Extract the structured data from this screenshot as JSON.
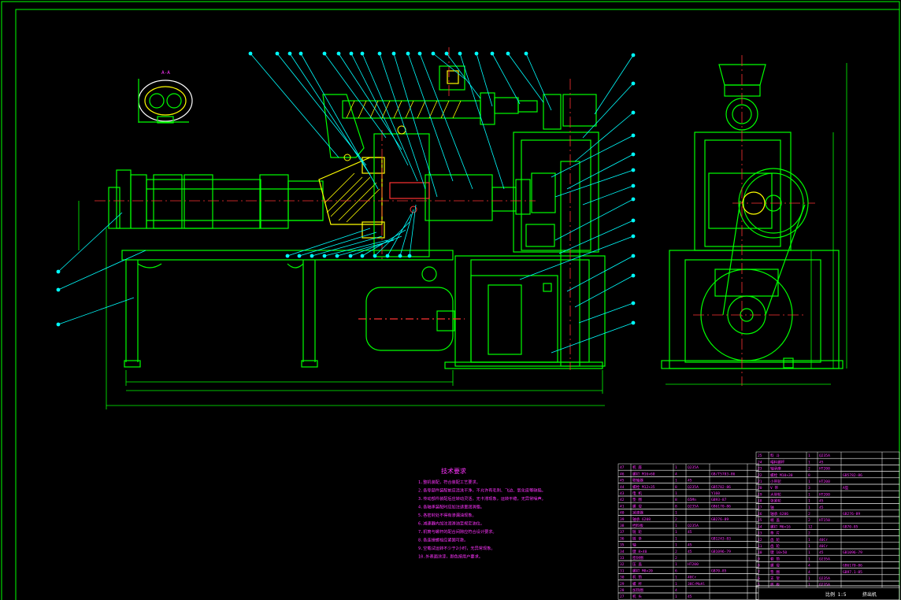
{
  "drawing": {
    "background": "#000000",
    "colors": {
      "outline": "#00ff00",
      "leader": "#00ffff",
      "center": "#ff3333",
      "text": "#ff33ff",
      "section": "#ffff00",
      "hatch": "#ffff00",
      "white": "#ffffff"
    }
  },
  "tech_requirements": {
    "title": "技术要求",
    "lines": [
      "1.整机装配，符合装配工艺要求。",
      "2.各零部件装配前应清洗干净，不允许有毛刺、飞边、氧化皮等缺陷。",
      "3.传动部件装配后应转动灵活，无卡滞现象，运转平稳，无异常噪声。",
      "4.各轴承装配时应加注适量润滑脂。",
      "5.各密封处不得有渗漏油现象。",
      "6.减速器内加注润滑油至规定油位。",
      "7.机筒与螺杆的配合间隙应符合设计要求。",
      "8.各连接螺栓应紧固可靠。",
      "9.空载试运转不少于2小时，无异常现象。",
      "10.外表面涂漆，颜色按用户要求。"
    ]
  },
  "bom_left": {
    "rows": [
      [
        "47",
        "机 座",
        "1",
        "Q235A",
        "",
        ""
      ],
      [
        "46",
        "螺钉 M16×60",
        "4",
        "",
        "GB/T5783-86",
        ""
      ],
      [
        "45",
        "联轴器",
        "1",
        "45",
        "",
        ""
      ],
      [
        "44",
        "螺栓 M12×35",
        "8",
        "Q235A",
        "GB5782-86",
        ""
      ],
      [
        "43",
        "电 机",
        "1",
        "",
        "Y160",
        ""
      ],
      [
        "42",
        "垫 圈",
        "8",
        "65Mn",
        "GB93-87",
        ""
      ],
      [
        "41",
        "螺 母",
        "8",
        "Q235A",
        "GB6170-86",
        ""
      ],
      [
        "40",
        "减速器",
        "1",
        "",
        "",
        ""
      ],
      [
        "39",
        "轴承 6208",
        "2",
        "",
        "GB276-89",
        ""
      ],
      [
        "38",
        "挡料板",
        "1",
        "Q235A",
        "",
        ""
      ],
      [
        "37",
        "链 轮",
        "1",
        "45",
        "",
        ""
      ],
      [
        "36",
        "链 条",
        "1",
        "",
        "GB1243-83",
        ""
      ],
      [
        "35",
        "轴",
        "1",
        "45",
        "",
        ""
      ],
      [
        "34",
        "键 8×40",
        "2",
        "45",
        "GB1096-79",
        ""
      ],
      [
        "33",
        "密封圈",
        "2",
        "",
        "",
        ""
      ],
      [
        "32",
        "压 盖",
        "1",
        "HT200",
        "",
        ""
      ],
      [
        "31",
        "螺钉 M8×20",
        "6",
        "",
        "GB70-85",
        ""
      ],
      [
        "30",
        "机 筒",
        "1",
        "40Cr",
        "",
        ""
      ],
      [
        "29",
        "螺 杆",
        "1",
        "38CrMoAl",
        "",
        ""
      ],
      [
        "28",
        "加热圈",
        "4",
        "",
        "",
        ""
      ],
      [
        "27",
        "机 头",
        "1",
        "45",
        "",
        ""
      ]
    ]
  },
  "bom_right": {
    "rows": [
      [
        "25",
        "料 斗",
        "1",
        "Q235A",
        "",
        ""
      ],
      [
        "24",
        "喂料螺杆",
        "1",
        "45",
        "",
        ""
      ],
      [
        "23",
        "轴承座",
        "2",
        "HT200",
        "",
        ""
      ],
      [
        "22",
        "螺栓 M10×30",
        "8",
        "",
        "GB5782-86",
        ""
      ],
      [
        "21",
        "小带轮",
        "1",
        "HT200",
        "",
        ""
      ],
      [
        "20",
        "V 带",
        "3",
        "",
        "A型",
        ""
      ],
      [
        "19",
        "大带轮",
        "1",
        "HT200",
        "",
        ""
      ],
      [
        "18",
        "张紧轮",
        "1",
        "45",
        "",
        ""
      ],
      [
        "17",
        "轴",
        "1",
        "45",
        "",
        ""
      ],
      [
        "16",
        "轴承 6206",
        "2",
        "",
        "GB276-89",
        ""
      ],
      [
        "15",
        "端 盖",
        "2",
        "HT150",
        "",
        ""
      ],
      [
        "14",
        "螺钉 M6×16",
        "12",
        "",
        "GB70-85",
        ""
      ],
      [
        "13",
        "垫 片",
        "2",
        "",
        "",
        ""
      ],
      [
        "12",
        "齿 轮",
        "1",
        "40Cr",
        "",
        ""
      ],
      [
        "11",
        "齿 轮",
        "1",
        "40Cr",
        "",
        ""
      ],
      [
        "10",
        "键 10×50",
        "1",
        "45",
        "GB1096-79",
        ""
      ],
      [
        "9",
        "套 筒",
        "1",
        "Q235A",
        "",
        ""
      ],
      [
        "8",
        "螺 母",
        "4",
        "",
        "GB6170-86",
        ""
      ],
      [
        "7",
        "垫 圈",
        "4",
        "",
        "GB97.1-85",
        ""
      ],
      [
        "6",
        "支 架",
        "1",
        "Q235A",
        "",
        ""
      ],
      [
        "5",
        "底 板",
        "1",
        "Q235A",
        "",
        ""
      ]
    ]
  },
  "title_block": {
    "label": "比例 1:5",
    "name": "挤出机"
  }
}
